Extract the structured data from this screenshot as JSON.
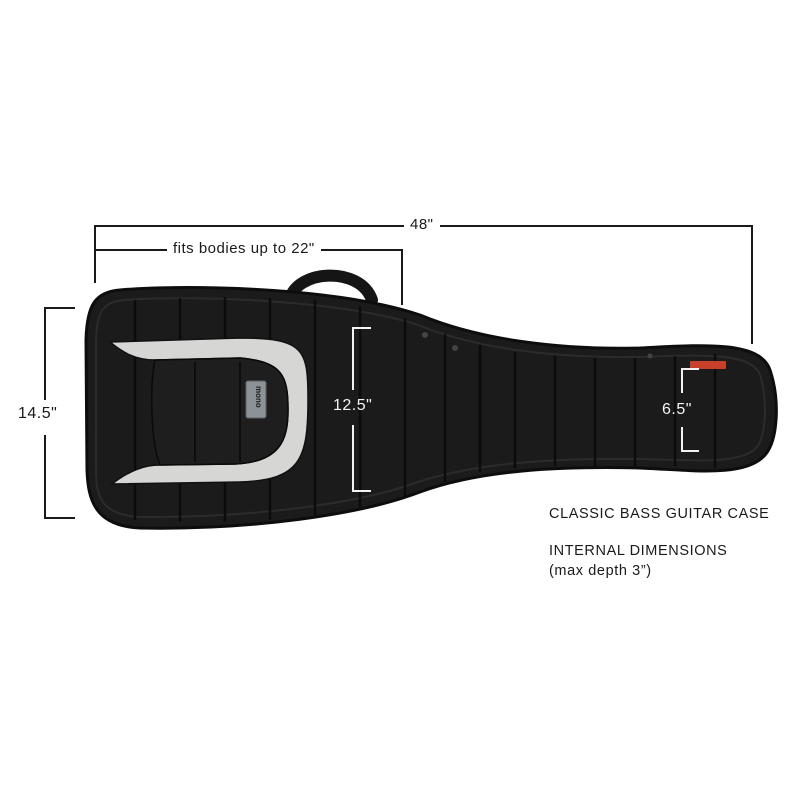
{
  "product": {
    "type": "bass guitar gig bag",
    "brand_badge": "mono",
    "colors": {
      "body": "#1c1b1b",
      "body_quilt_line": "#0d0c0c",
      "accent_panel": "#d9d9d9",
      "brand_tag": "#c7402c",
      "badge": "#8a8f94"
    }
  },
  "dimensions": {
    "overall_length": "48\"",
    "body_fit": "fits bodies up to 22\"",
    "body_height": "14.5\"",
    "waist_height": "12.5\"",
    "neck_height": "6.5\""
  },
  "info": {
    "title": "CLASSIC BASS GUITAR CASE",
    "subtitle": "INTERNAL DIMENSIONS",
    "note": "(max depth 3”)"
  }
}
